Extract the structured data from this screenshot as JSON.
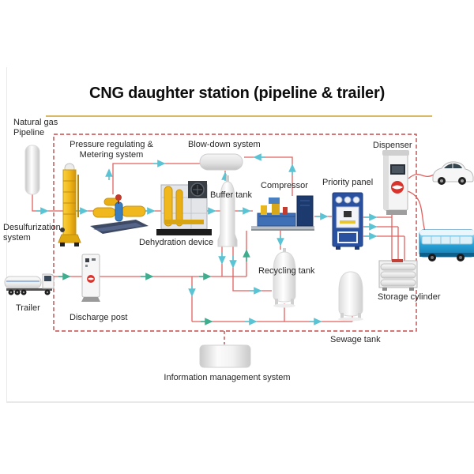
{
  "title": "CNG daughter station (pipeline & trailer)",
  "labels": {
    "natural_gas_pipeline": "Natural gas Pipeline",
    "pressure_metering": "Pressure regulating & Metering system",
    "blow_down": "Blow-down system",
    "dispenser": "Dispenser",
    "desulfurization": "Desulfurization system",
    "dehydration": "Dehydration device",
    "buffer_tank": "Buffer tank",
    "compressor": "Compressor",
    "priority_panel": "Priority panel",
    "recycling_tank": "Recycling tank",
    "trailer": "Trailer",
    "discharge_post": "Discharge post",
    "storage_cylinder": "Storage cylinder",
    "sewage_tank": "Sewage tank",
    "info_management": "Information management system"
  },
  "colors": {
    "flow_line": "#e2605e",
    "system_boundary_dash": "#c14b4b",
    "arrow_cyan": "#5ac3d4",
    "arrow_green": "#3fae8f",
    "title_underline": "#d9b868",
    "equipment_yellow": "#f0b81c",
    "equipment_blue": "#2a50a0"
  }
}
